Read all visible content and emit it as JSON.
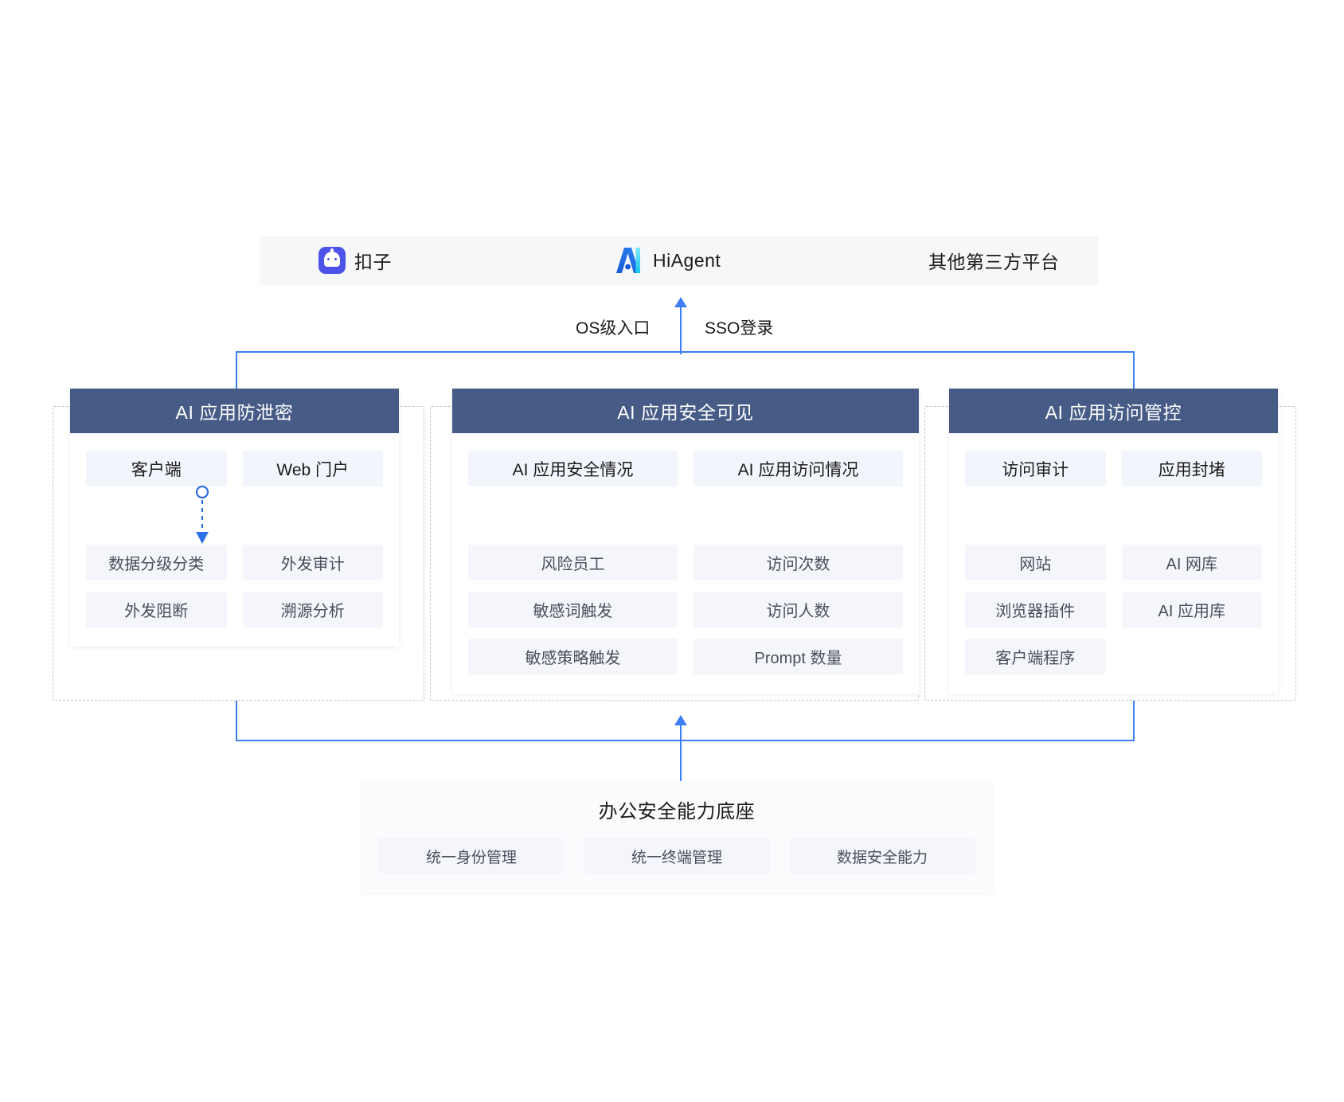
{
  "platform_bar": {
    "items": [
      {
        "icon": "coze-icon",
        "label": "扣子"
      },
      {
        "icon": "hiagent-logo-icon",
        "label": "HiAgent"
      },
      {
        "icon": "none",
        "label": "其他第三方平台"
      }
    ]
  },
  "connectors": {
    "left_label": "OS级入口",
    "right_label": "SSO登录"
  },
  "panels": [
    {
      "title": "AI 应用防泄密",
      "columns": [
        {
          "header": "客户端",
          "items": [
            "数据分级分类",
            "外发阻断"
          ]
        },
        {
          "header": "Web 门户",
          "items": [
            "外发审计",
            "溯源分析"
          ]
        }
      ]
    },
    {
      "title": "AI 应用安全可见",
      "columns": [
        {
          "header": "AI 应用安全情况",
          "items": [
            "风险员工",
            "敏感词触发",
            "敏感策略触发"
          ]
        },
        {
          "header": "AI 应用访问情况",
          "items": [
            "访问次数",
            "访问人数",
            "Prompt 数量"
          ]
        }
      ]
    },
    {
      "title": "AI 应用访问管控",
      "columns": [
        {
          "header": "访问审计",
          "items": [
            "网站",
            "浏览器插件",
            "客户端程序"
          ]
        },
        {
          "header": "应用封堵",
          "items": [
            "AI 网库",
            "AI 应用库"
          ]
        }
      ]
    }
  ],
  "base": {
    "title": "办公安全能力底座",
    "items": [
      "统一身份管理",
      "统一终端管理",
      "数据安全能力"
    ]
  },
  "colors": {
    "panel_header": "#465b86",
    "connector_blue": "#3d7ef4",
    "chip_bg": "#f4f6fb",
    "bar_bg": "#f6f7f9",
    "dashed_border": "#c3c6cc"
  }
}
